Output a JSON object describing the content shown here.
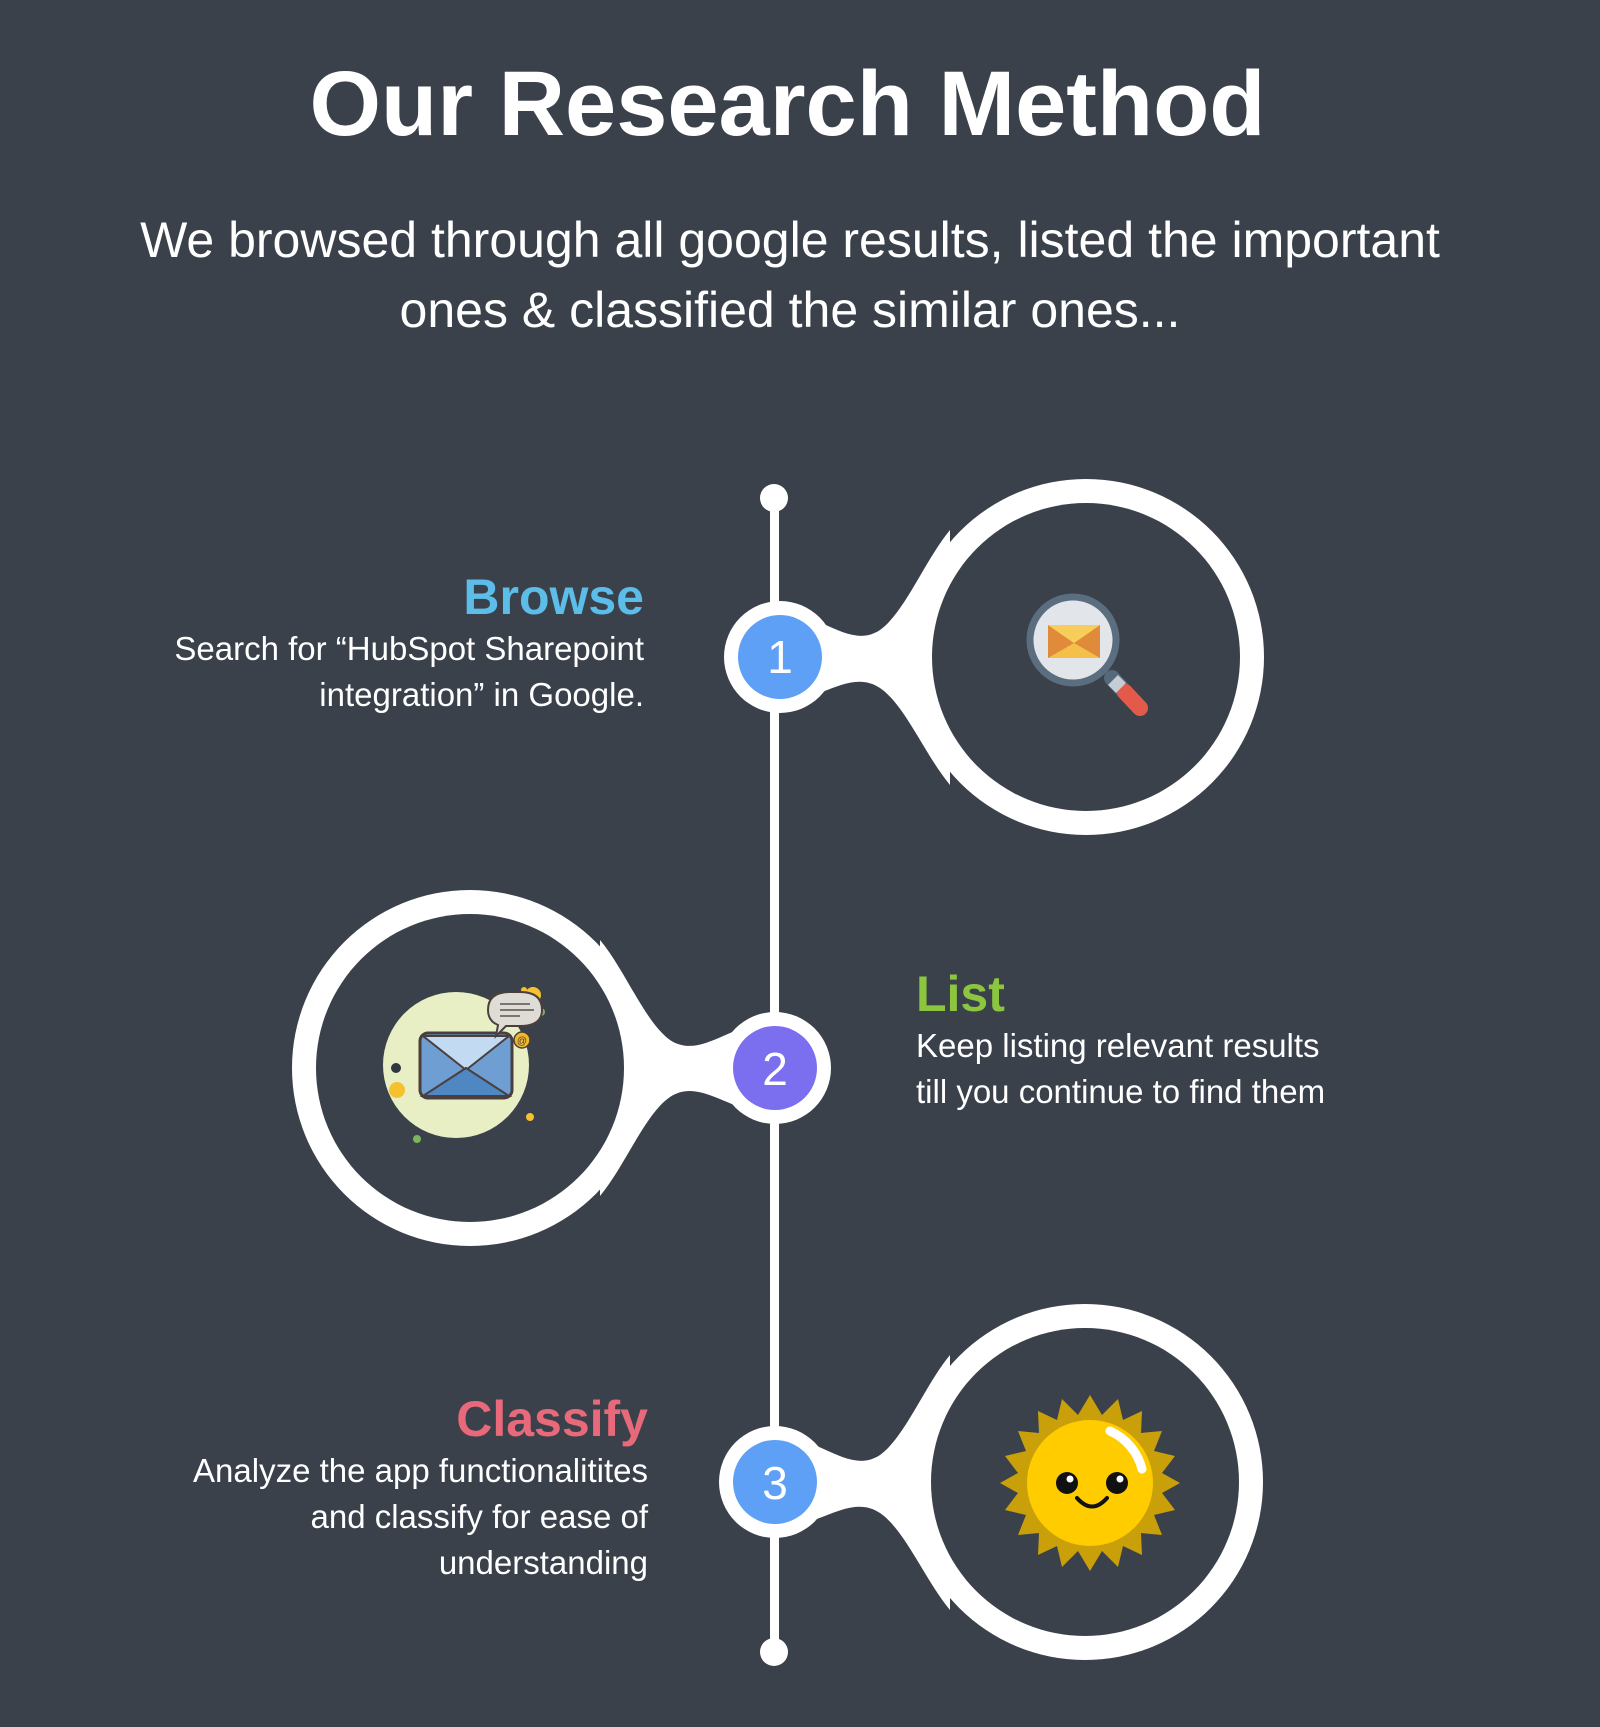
{
  "header": {
    "title": "Our Research Method",
    "subtitle_lines": [
      "We browsed through all google results, listed the important",
      "ones & classified the similar ones..."
    ]
  },
  "colors": {
    "background": "#3a414b",
    "timeline": "#ffffff",
    "browse_heading": "#5bbde8",
    "list_heading": "#8cc63f",
    "classify_heading": "#e8697a",
    "node_blue": "#5ea0f5",
    "node_purple": "#7b6ff0"
  },
  "steps": [
    {
      "number": "1",
      "heading": "Browse",
      "description_lines": [
        "Search for “HubSpot Sharepoint",
        "integration” in Google."
      ],
      "icon": "magnifier-envelope-icon",
      "node_color": "#5ea0f5"
    },
    {
      "number": "2",
      "heading": "List",
      "description_lines": [
        "Keep listing relevant results",
        "till you continue to find them"
      ],
      "icon": "envelope-chat-icon",
      "node_color": "#7b6ff0"
    },
    {
      "number": "3",
      "heading": "Classify",
      "description_lines": [
        "Analyze the app functionalitites",
        "and classify for ease of",
        "understanding"
      ],
      "icon": "smiling-sun-icon",
      "node_color": "#5ea0f5"
    }
  ]
}
